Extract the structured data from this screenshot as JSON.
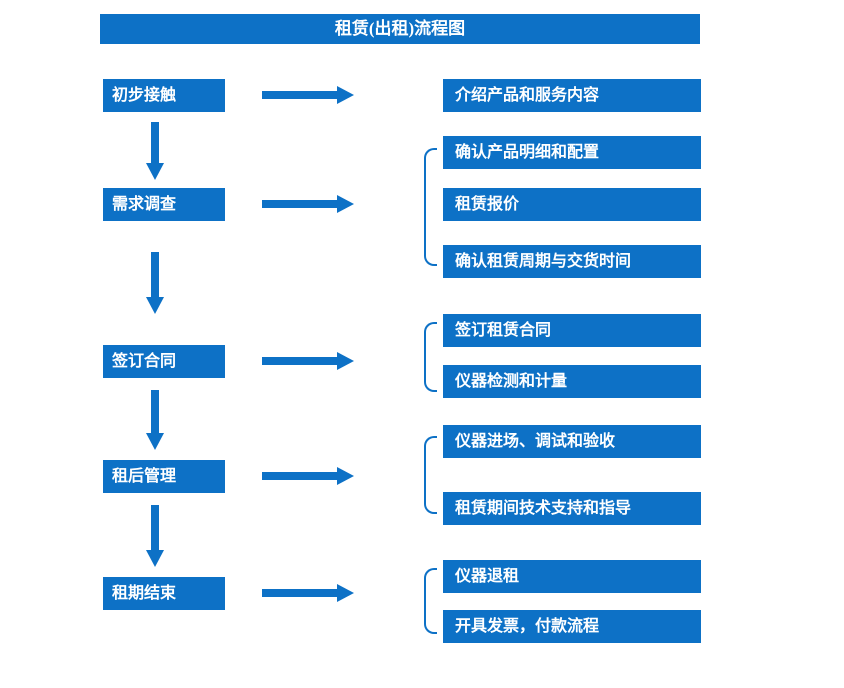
{
  "title": "租赁(出租)流程图",
  "colors": {
    "primary": "#0d71c6",
    "text_on_primary": "#ffffff",
    "background": "#ffffff"
  },
  "stages": [
    {
      "label": "初步接触",
      "items": [
        "介绍产品和服务内容"
      ]
    },
    {
      "label": "需求调查",
      "items": [
        "确认产品明细和配置",
        "租赁报价",
        "确认租赁周期与交货时间"
      ]
    },
    {
      "label": "签订合同",
      "items": [
        "签订租赁合同",
        "仪器检测和计量"
      ]
    },
    {
      "label": "租后管理",
      "items": [
        "仪器进场、调试和验收",
        "租赁期间技术支持和指导"
      ]
    },
    {
      "label": "租期结束",
      "items": [
        "仪器退租",
        "开具发票，付款流程"
      ]
    }
  ]
}
